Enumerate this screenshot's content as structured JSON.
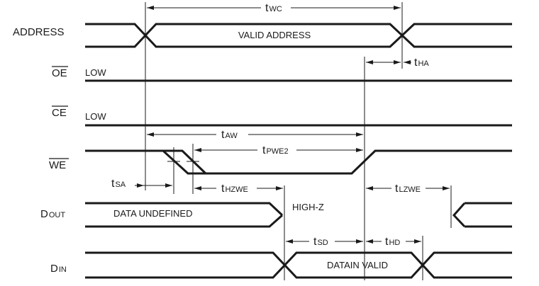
{
  "signals": {
    "address": "ADDRESS",
    "oe": "OE",
    "ce": "CE",
    "we": "WE",
    "dout_big": "D",
    "dout_small": "OUT",
    "din_big": "D",
    "din_small": "IN"
  },
  "labels": {
    "valid_address": "VALID ADDRESS",
    "oe_low": "LOW",
    "ce_low": "LOW",
    "data_undefined": "DATA UNDEFINED",
    "high_z": "HIGH-Z",
    "datain_valid": "DATAIN VALID"
  },
  "timing": {
    "twc": {
      "t": "t",
      "sub": "WC"
    },
    "tha": {
      "t": "t",
      "sub": "HA"
    },
    "taw": {
      "t": "t",
      "sub": "AW"
    },
    "tpwe2": {
      "t": "t",
      "sub": "PWE2"
    },
    "tsa": {
      "t": "t",
      "sub": "SA"
    },
    "thzwe": {
      "t": "t",
      "sub": "HZWE"
    },
    "tlzwe": {
      "t": "t",
      "sub": "LZWE"
    },
    "tsd": {
      "t": "t",
      "sub": "SD"
    },
    "thd": {
      "t": "t",
      "sub": "HD"
    }
  }
}
